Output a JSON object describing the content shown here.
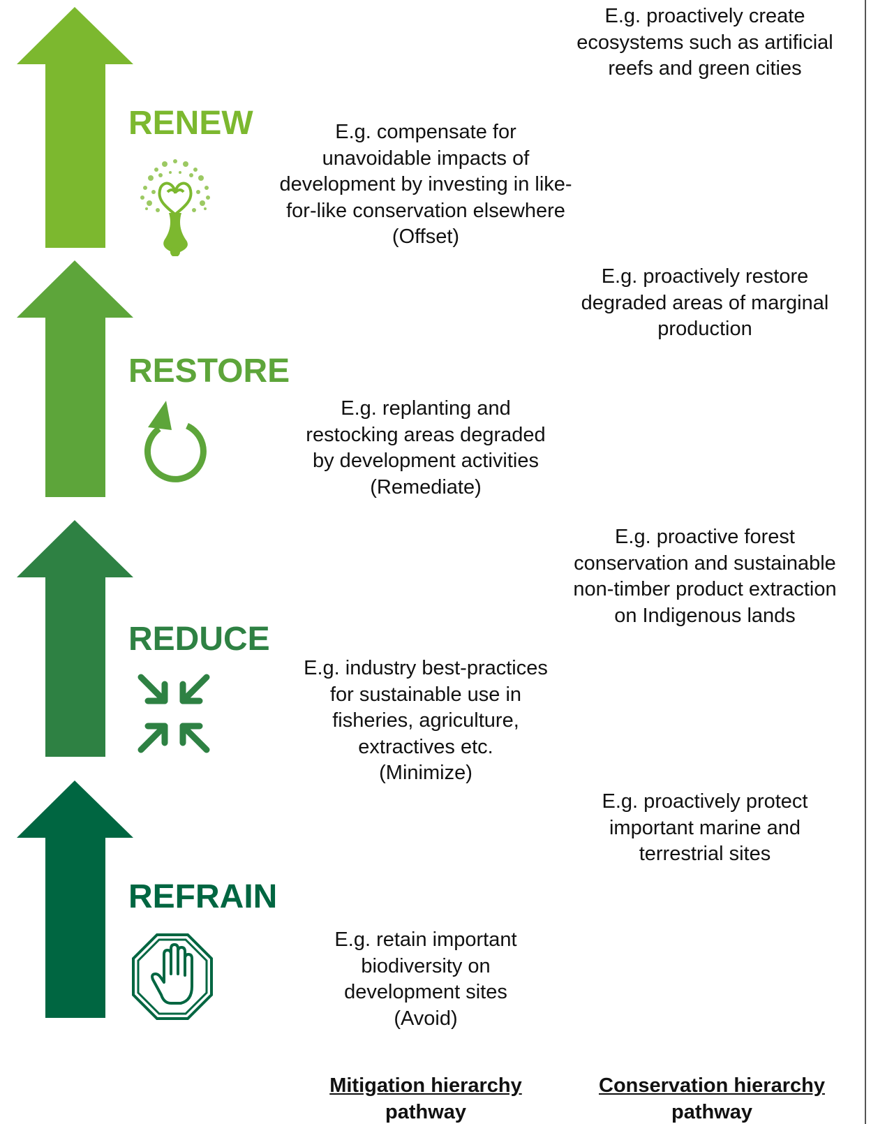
{
  "tiers": [
    {
      "key": "renew",
      "label": "RENEW",
      "color": "#7CB82F",
      "icon": "tree-heart-icon",
      "mitigation_text": "E.g. compensate for\nunavoidable impacts of\ndevelopment by investing in like-\nfor-like conservation elsewhere\n(Offset)",
      "conservation_text": "E.g. proactively create\necosystems such as artificial\nreefs and green cities"
    },
    {
      "key": "restore",
      "label": "RESTORE",
      "color": "#5DA53A",
      "icon": "circular-arrow-icon",
      "mitigation_text": "E.g. replanting and\nrestocking areas degraded\nby development activities\n(Remediate)",
      "conservation_text": "E.g. proactively restore\ndegraded areas of marginal\nproduction"
    },
    {
      "key": "reduce",
      "label": "REDUCE",
      "color": "#2E8143",
      "icon": "inward-arrows-icon",
      "mitigation_text": "E.g. industry best-practices\nfor sustainable use in\nfisheries, agriculture,\nextractives etc.\n(Minimize)",
      "conservation_text": "E.g. proactive forest\nconservation and sustainable\nnon-timber product extraction\non Indigenous lands"
    },
    {
      "key": "refrain",
      "label": "REFRAIN",
      "color": "#006641",
      "icon": "stop-hand-icon",
      "mitigation_text": "E.g. retain important\nbiodiversity on\ndevelopment sites\n(Avoid)",
      "conservation_text": "E.g. proactively protect\nimportant marine and\nterrestrial sites"
    }
  ],
  "footer": {
    "mitigation_title": "Mitigation hierarchy",
    "mitigation_sub": "pathway",
    "conservation_title": "Conservation hierarchy",
    "conservation_sub": "pathway"
  }
}
